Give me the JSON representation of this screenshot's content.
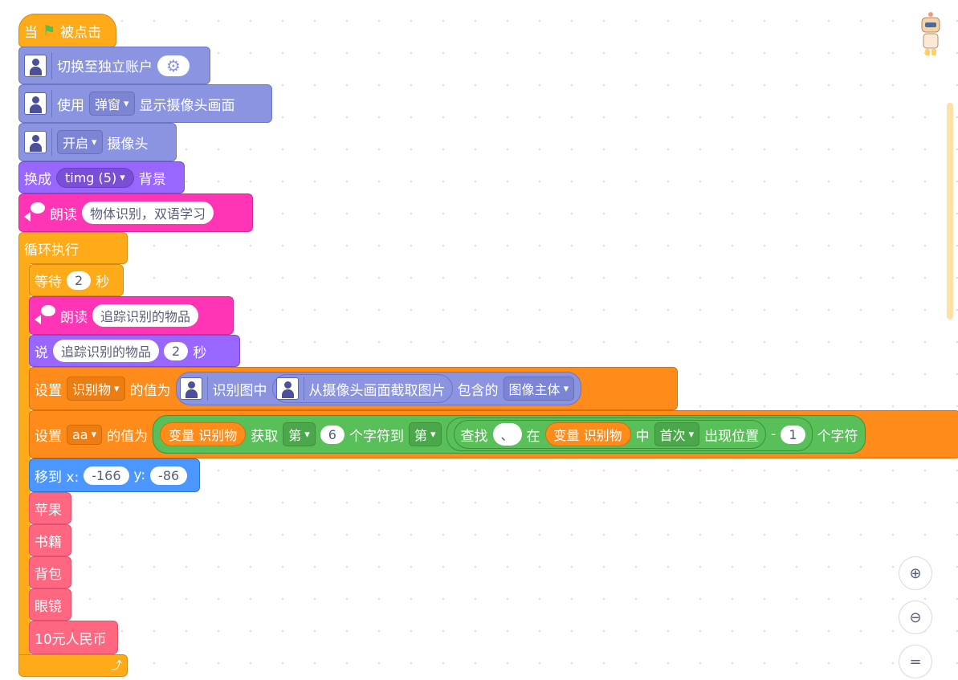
{
  "when_flag": {
    "prefix": "当",
    "suffix": "被点击"
  },
  "switch_account": {
    "label": "切换至独立账户"
  },
  "use_popup": {
    "prefix": "使用",
    "dropdown": "弹窗",
    "suffix": "显示摄像头画面"
  },
  "camera_on": {
    "dropdown": "开启",
    "suffix": "摄像头"
  },
  "switch_backdrop": {
    "prefix": "换成",
    "dropdown": "timg (5)",
    "suffix": "背景"
  },
  "speak1": {
    "label": "朗读",
    "text": "物体识别，双语学习"
  },
  "forever": {
    "label": "循环执行"
  },
  "wait": {
    "prefix": "等待",
    "value": "2",
    "suffix": "秒"
  },
  "speak2": {
    "label": "朗读",
    "text": "追踪识别的物品"
  },
  "say": {
    "prefix": "说",
    "text": "追踪识别的物品",
    "value": "2",
    "suffix": "秒"
  },
  "set1": {
    "prefix": "设置",
    "var": "识别物",
    "middle": "的值为",
    "recognize_label": "识别图中",
    "capture_label": "从摄像头画面截取图片",
    "contains": "包含的",
    "subject": "图像主体"
  },
  "set2": {
    "prefix": "设置",
    "var": "aa",
    "middle": "的值为",
    "var_reporter": "变量 识别物",
    "get": "获取",
    "nth1": "第",
    "n1": "6",
    "to": "个字符到",
    "nth2": "第",
    "find": "查找",
    "find_value": "、",
    "in": "在",
    "var_reporter2": "变量 识别物",
    "in2": "中",
    "first": "首次",
    "pos": "出现位置",
    "minus": "-",
    "n2": "1",
    "chars": "个字符"
  },
  "goto": {
    "prefix": "移到 x:",
    "x": "-166",
    "ylabel": "y:",
    "y": "-86"
  },
  "custom_blocks": [
    "苹果",
    "书籍",
    "背包",
    "眼镜",
    "10元人民币"
  ],
  "zoom": {
    "in": "⊕",
    "out": "⊖",
    "reset": "="
  },
  "colors": {
    "events": "#ffab19",
    "extension": "#8a94e0",
    "looks": "#9966ff",
    "tts": "#ff35b5",
    "variables": "#ff8c1a",
    "motion": "#4c97ff",
    "myblocks": "#ff6680",
    "operators": "#59c059"
  }
}
